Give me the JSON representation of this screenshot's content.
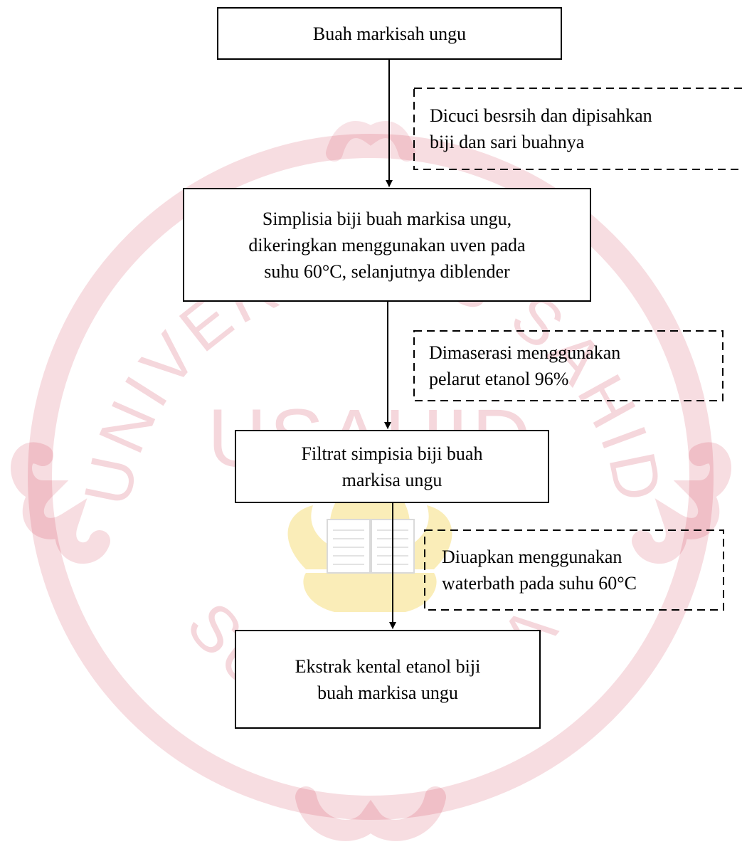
{
  "watermark": {
    "color": "#c8102e",
    "emblem_color": "#f0c419",
    "arc_text": "UNIVERSITAS SAHID",
    "center_text": "USAHID",
    "bottom_text": "SURAKARTA"
  },
  "steps": [
    {
      "text": "Buah markisah ungu"
    },
    {
      "text": "Simplisia biji buah markisa ungu,\ndikeringkan menggunakan uven pada\nsuhu 60°C, selanjutnya diblender"
    },
    {
      "text": "Filtrat simpisia biji buah\nmarkisa ungu"
    },
    {
      "text": "Ekstrak kental etanol biji\nbuah markisa ungu"
    }
  ],
  "processes": [
    {
      "text": "Dicuci besrsih dan dipisahkan\nbiji dan sari buahnya"
    },
    {
      "text": "Dimaserasi menggunakan\npelarut etanol 96%"
    },
    {
      "text": "Diuapkan menggunakan\nwaterbath pada suhu 60°C"
    }
  ]
}
